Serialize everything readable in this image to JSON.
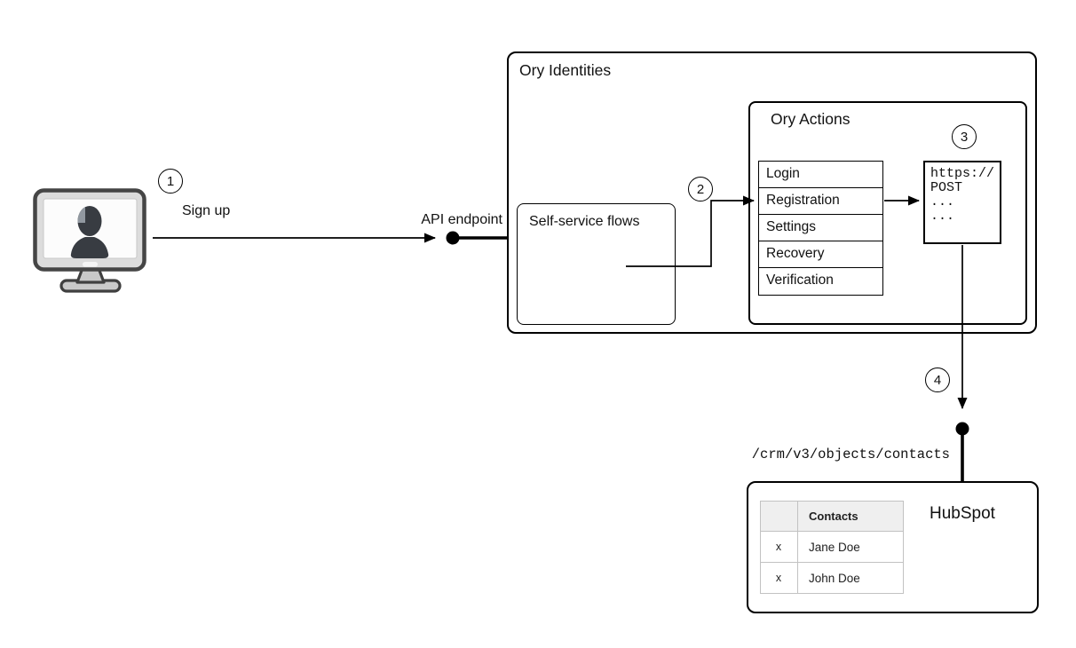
{
  "steps": [
    "1",
    "2",
    "3",
    "4"
  ],
  "labels": {
    "sign_up": "Sign up",
    "api_endpoint": "API endpoint",
    "crm_path": "/crm/v3/objects/contacts"
  },
  "ory_identities": {
    "title": "Ory Identities"
  },
  "self_service": {
    "title": "Self-service flows"
  },
  "ory_actions": {
    "title": "Ory Actions",
    "flows": [
      "Login",
      "Registration",
      "Settings",
      "Recovery",
      "Verification"
    ]
  },
  "webhook": {
    "lines": [
      "https://",
      "POST",
      "...",
      "..."
    ]
  },
  "hubspot": {
    "title": "HubSpot",
    "table": {
      "corner": "",
      "header": "Contacts",
      "rows": [
        {
          "action": "x",
          "name": "Jane Doe"
        },
        {
          "action": "x",
          "name": "John Doe"
        }
      ]
    }
  },
  "colors": {
    "line": "#000000",
    "box_border": "#000000",
    "table_border": "#c2c2c2",
    "table_header_bg": "#efefef",
    "monitor_body": "#d9d9d9",
    "silhouette": "#383c42"
  }
}
